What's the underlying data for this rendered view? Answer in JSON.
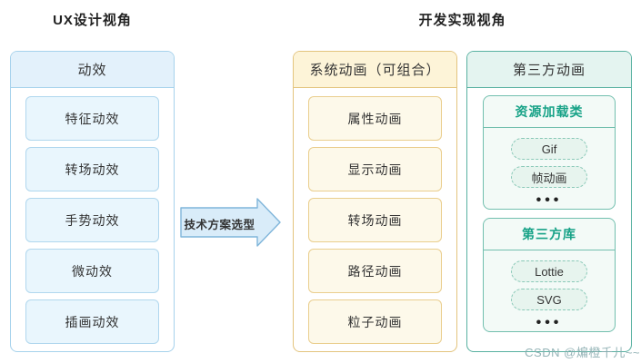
{
  "titles": {
    "left": "UX设计视角",
    "right": "开发实现视角"
  },
  "ux_box": {
    "header": "动效",
    "items": [
      "特征动效",
      "转场动效",
      "手势动效",
      "微动效",
      "插画动效"
    ]
  },
  "arrow": {
    "label": "技术方案选型"
  },
  "system_box": {
    "header": "系统动画（可组合）",
    "items": [
      "属性动画",
      "显示动画",
      "转场动画",
      "路径动画",
      "粒子动画"
    ]
  },
  "thirdparty_box": {
    "header": "第三方动画",
    "groups": [
      {
        "title": "资源加载类",
        "pills": [
          "Gif",
          "帧动画"
        ],
        "more": "•••"
      },
      {
        "title": "第三方库",
        "pills": [
          "Lottie",
          "SVG"
        ],
        "more": "•••"
      }
    ]
  },
  "watermark": "CSDN @煸橙千儿~~",
  "colors": {
    "blue_border": "#a6d2ec",
    "blue_header_bg": "#e3f1fb",
    "blue_item_bg": "#e9f6fd",
    "gold_border": "#e3c47e",
    "gold_header_bg": "#fdf4d8",
    "gold_item_bg": "#fdf9ea",
    "teal_border": "#58b1a1",
    "teal_header_bg": "#e4f4f0",
    "teal_group_bg": "#f3faf7",
    "teal_title_text": "#17a287",
    "pill_bg": "#e7f4ee",
    "pill_border": "#8ac9b8",
    "arrow_fill": "#d9ecf9",
    "arrow_stroke": "#7fb5da"
  }
}
